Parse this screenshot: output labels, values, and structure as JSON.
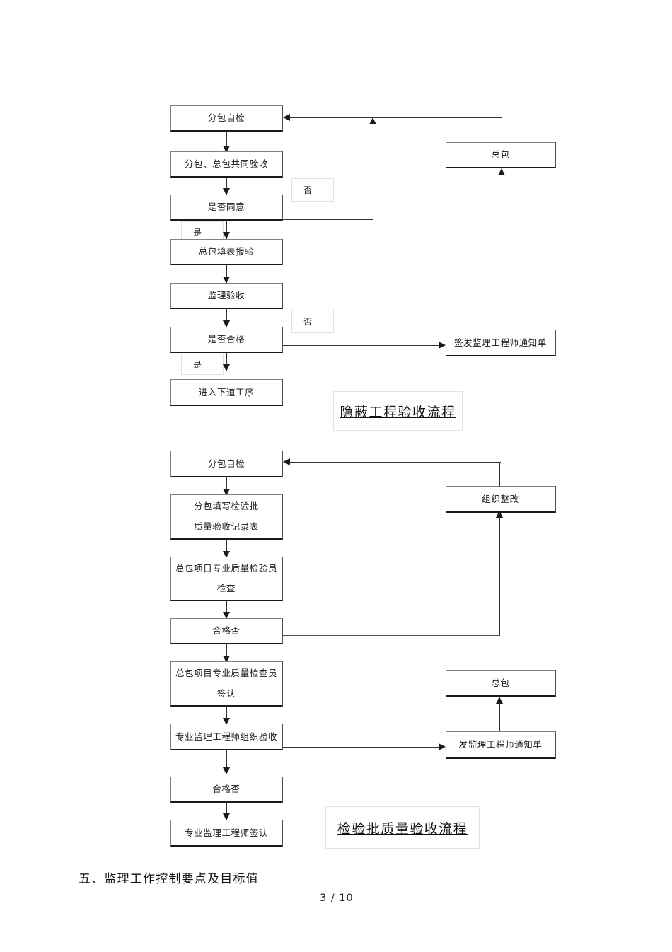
{
  "document": {
    "section_heading": "五、监理工作控制要点及目标值",
    "page_number": "3 / 10"
  },
  "flowchart_1": {
    "caption": "隐蔽工程验收流程",
    "nodes": {
      "n1": "分包自检",
      "n2": "分包、总包共同验收",
      "n3": "是否同意",
      "n4": "总包填表报验",
      "n5": "监理验收",
      "n6": "是否合格",
      "n7": "进入下道工序",
      "r1": "总包",
      "r2": "签发监理工程师通知单"
    },
    "labels": {
      "no_1": "否",
      "yes_1": "是",
      "no_2": "否",
      "yes_2": "是"
    }
  },
  "flowchart_2": {
    "caption": "检验批质量验收流程",
    "nodes": {
      "m1": "分包自检",
      "m2_line1": "分包填写检验批",
      "m2_line2": "质量验收记录表",
      "m3_line1": "总包项目专业质量检验员",
      "m3_line2": "检查",
      "m4": "合格否",
      "m5_line1": "总包项目专业质量检查员",
      "m5_line2": "签认",
      "m6": "专业监理工程师组织验收",
      "m7": "合格否",
      "m8": "专业监理工程师签认",
      "s1": "组织整改",
      "s2": "总包",
      "s3": "发监理工程师通知单"
    }
  }
}
